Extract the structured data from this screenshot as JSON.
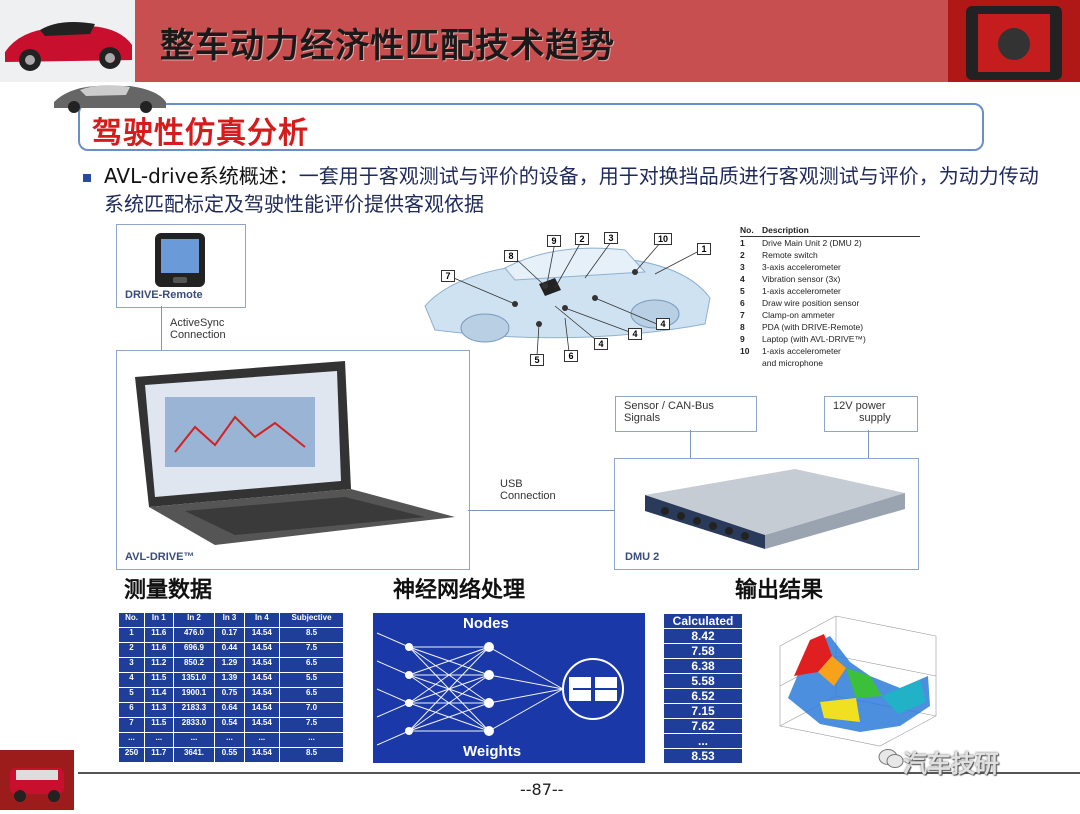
{
  "header": {
    "title": "整车动力经济性匹配技术趋势"
  },
  "section": {
    "title": "驾驶性仿真分析"
  },
  "bullet": {
    "lead": "AVL-drive系统概述：",
    "text": "一套用于客观测试与评价的设备，用于对换挡品质进行客观测试与评价，为动力传动系统匹配标定及驾驶性能评价提供客观依据"
  },
  "diagram": {
    "drive_remote": "DRIVE-Remote",
    "activesync": "ActiveSync",
    "connection": "Connection",
    "avl_drive": "AVL-DRIVE™",
    "usb": "USB",
    "usb_connection": "Connection",
    "dmu": "DMU 2",
    "sensor_1": "Sensor / CAN-Bus",
    "sensor_2": "Signals",
    "power_1": "12V power",
    "power_2": "supply",
    "car_labels": [
      "9",
      "2",
      "3",
      "10",
      "8",
      "1",
      "7",
      "4",
      "4",
      "4",
      "5",
      "6"
    ],
    "legend_header_no": "No.",
    "legend_header_desc": "Description",
    "legend": [
      {
        "no": "1",
        "desc": "Drive Main Unit 2 (DMU 2)"
      },
      {
        "no": "2",
        "desc": "Remote switch"
      },
      {
        "no": "3",
        "desc": "3-axis accelerometer"
      },
      {
        "no": "4",
        "desc": "Vibration sensor (3x)"
      },
      {
        "no": "5",
        "desc": "1-axis accelerometer"
      },
      {
        "no": "6",
        "desc": "Draw wire position sensor"
      },
      {
        "no": "7",
        "desc": "Clamp-on ammeter"
      },
      {
        "no": "8",
        "desc": "PDA (with DRIVE-Remote)"
      },
      {
        "no": "9",
        "desc": "Laptop (with AVL-DRIVE™)"
      },
      {
        "no": "10",
        "desc": "1-axis accelerometer"
      },
      {
        "no": "",
        "desc": "and microphone"
      }
    ]
  },
  "captions": {
    "measure": "测量数据",
    "nn": "神经网络处理",
    "output": "输出结果"
  },
  "data_table": {
    "headers": [
      "No.",
      "In 1",
      "In 2",
      "In 3",
      "In 4",
      "Subjective"
    ],
    "rows": [
      [
        "1",
        "11.6",
        "476.0",
        "0.17",
        "14.54",
        "8.5"
      ],
      [
        "2",
        "11.6",
        "696.9",
        "0.44",
        "14.54",
        "7.5"
      ],
      [
        "3",
        "11.2",
        "850.2",
        "1.29",
        "14.54",
        "6.5"
      ],
      [
        "4",
        "11.5",
        "1351.0",
        "1.39",
        "14.54",
        "5.5"
      ],
      [
        "5",
        "11.4",
        "1900.1",
        "0.75",
        "14.54",
        "6.5"
      ],
      [
        "6",
        "11.3",
        "2183.3",
        "0.64",
        "14.54",
        "7.0"
      ],
      [
        "7",
        "11.5",
        "2833.0",
        "0.54",
        "14.54",
        "7.5"
      ],
      [
        "...",
        "...",
        "...",
        "...",
        "...",
        "..."
      ],
      [
        "250",
        "11.7",
        "3641.",
        "0.55",
        "14.54",
        "8.5"
      ]
    ]
  },
  "nn": {
    "nodes": "Nodes",
    "weights": "Weights"
  },
  "calc": {
    "header": "Calculated",
    "values": [
      "8.42",
      "7.58",
      "6.38",
      "5.58",
      "6.52",
      "7.15",
      "7.62",
      "...",
      "8.53"
    ]
  },
  "footer": {
    "page": "--87--",
    "watermark": "汽车技研"
  }
}
